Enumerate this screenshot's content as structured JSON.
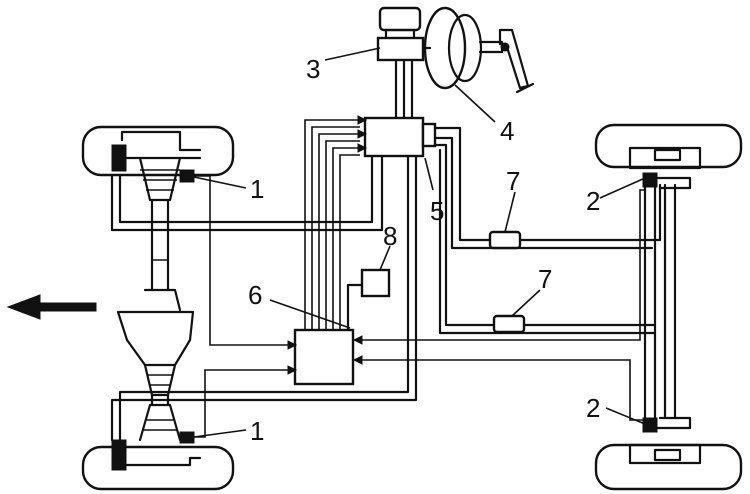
{
  "labels": {
    "abs_sensor": "1",
    "rear_sensor": "2",
    "master_cylinder": "3",
    "brake_booster": "4",
    "modulator": "5",
    "control_unit": "6",
    "valve": "7",
    "relay": "8"
  },
  "colors": {
    "ink": "#111111",
    "paper": "#ffffff"
  },
  "icons": {
    "direction": "arrow-left-icon"
  }
}
